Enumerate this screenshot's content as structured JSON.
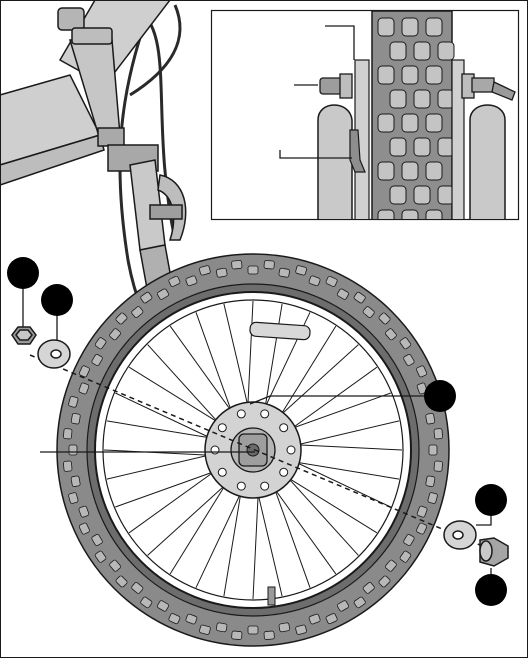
{
  "figure": {
    "inset_present": true,
    "callout_markers": 5,
    "colors": {
      "line": "#1a1a1a",
      "tire": "#8a8a8a",
      "tire_dark": "#6d6d6d",
      "frame": "#c9c9c9",
      "fork": "#b9b9b9",
      "rotor": "#d3d3d3",
      "marker": "#000000",
      "background": "#ffffff"
    },
    "parts": [
      {
        "id": "axle-nut-left",
        "icon": "hex-nut-icon"
      },
      {
        "id": "washer-left",
        "icon": "washer-icon"
      },
      {
        "id": "washer-right",
        "icon": "washer-icon"
      },
      {
        "id": "axle-nut-right",
        "icon": "cap-nut-icon"
      }
    ]
  }
}
